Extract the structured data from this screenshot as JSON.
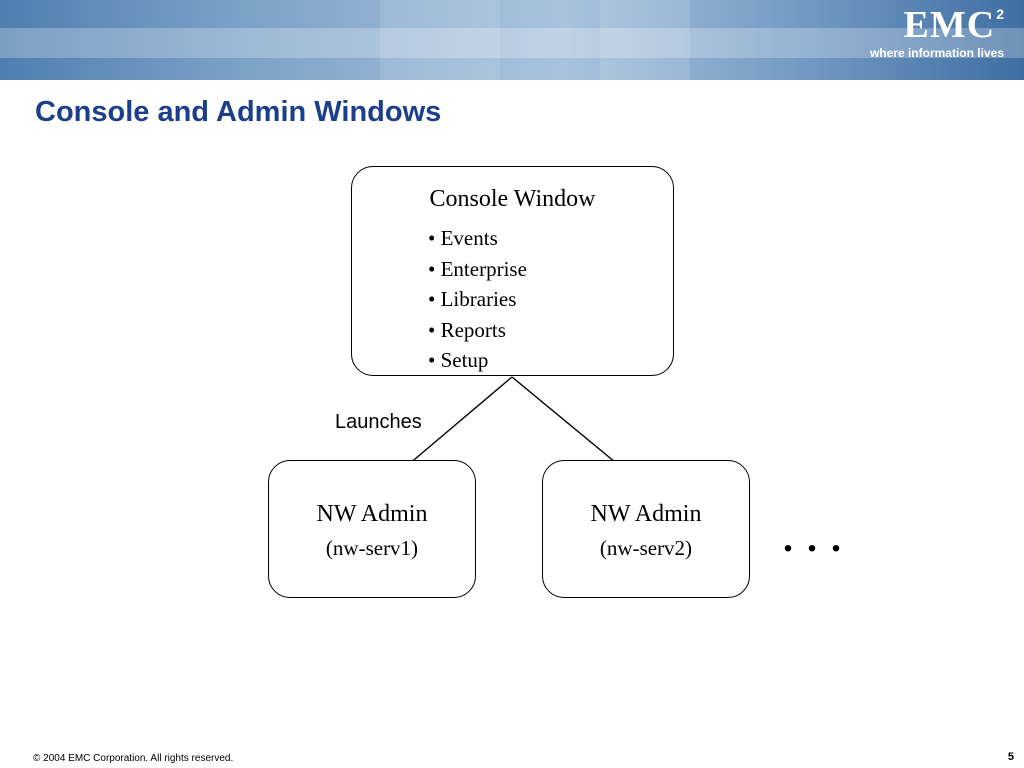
{
  "header": {
    "logo_text": "EMC",
    "logo_sup": "2",
    "tagline": "where information lives"
  },
  "title": "Console and Admin Windows",
  "console": {
    "heading": "Console Window",
    "items": [
      "• Events",
      "• Enterprise",
      "• Libraries",
      "• Reports",
      "• Setup"
    ]
  },
  "arrow_label": "Launches",
  "admins": [
    {
      "title": "NW Admin",
      "subtitle": "(nw-serv1)"
    },
    {
      "title": "NW Admin",
      "subtitle": "(nw-serv2)"
    }
  ],
  "ellipsis": "...",
  "footer": {
    "copyright": "© 2004 EMC Corporation. All rights reserved.",
    "page": "5"
  },
  "colors": {
    "title": "#1b3f8b",
    "banner": "#6f97c1"
  }
}
